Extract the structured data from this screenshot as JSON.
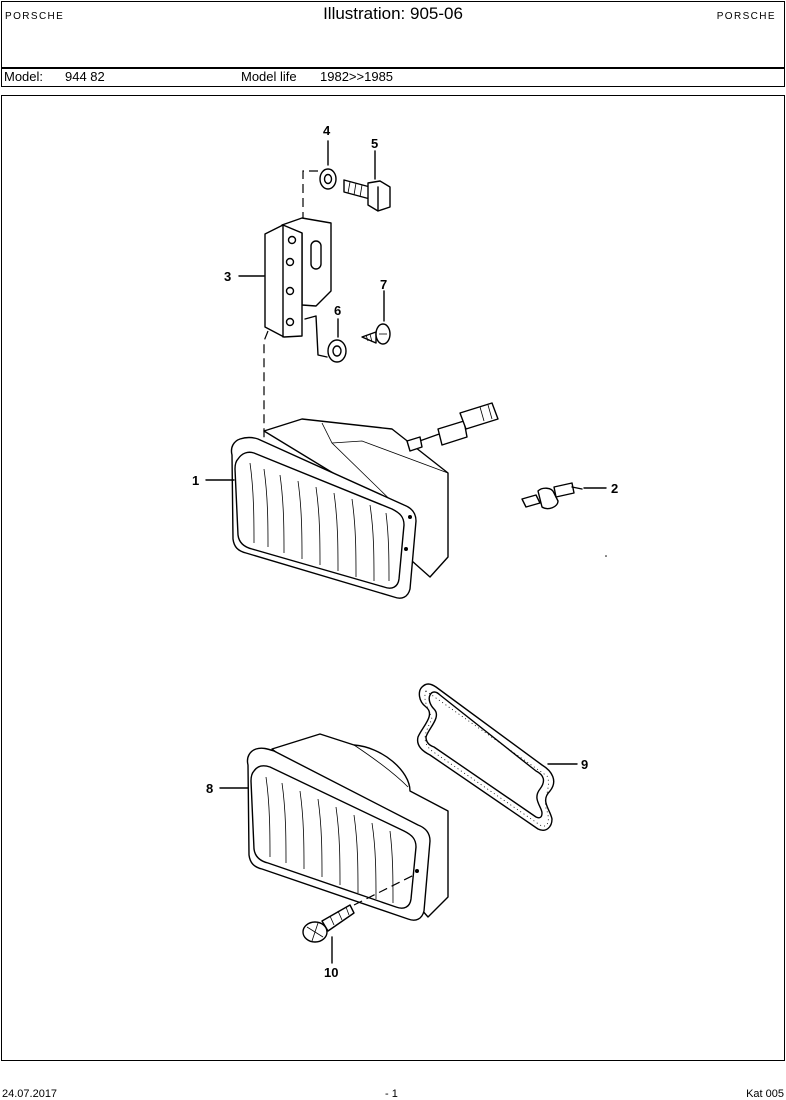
{
  "header": {
    "brand_left": "PORSCHE",
    "brand_right": "PORSCHE",
    "title": "Illustration: 905-06"
  },
  "model_bar": {
    "model_label": "Model:",
    "model_value": "944 82",
    "life_label": "Model life",
    "life_value": "1982>>1985"
  },
  "diagram": {
    "callouts": [
      "1",
      "2",
      "3",
      "4",
      "5",
      "6",
      "7",
      "8",
      "9",
      "10"
    ]
  },
  "footer": {
    "date": "24.07.2017",
    "page": "- 1",
    "catalog": "Kat 005"
  }
}
